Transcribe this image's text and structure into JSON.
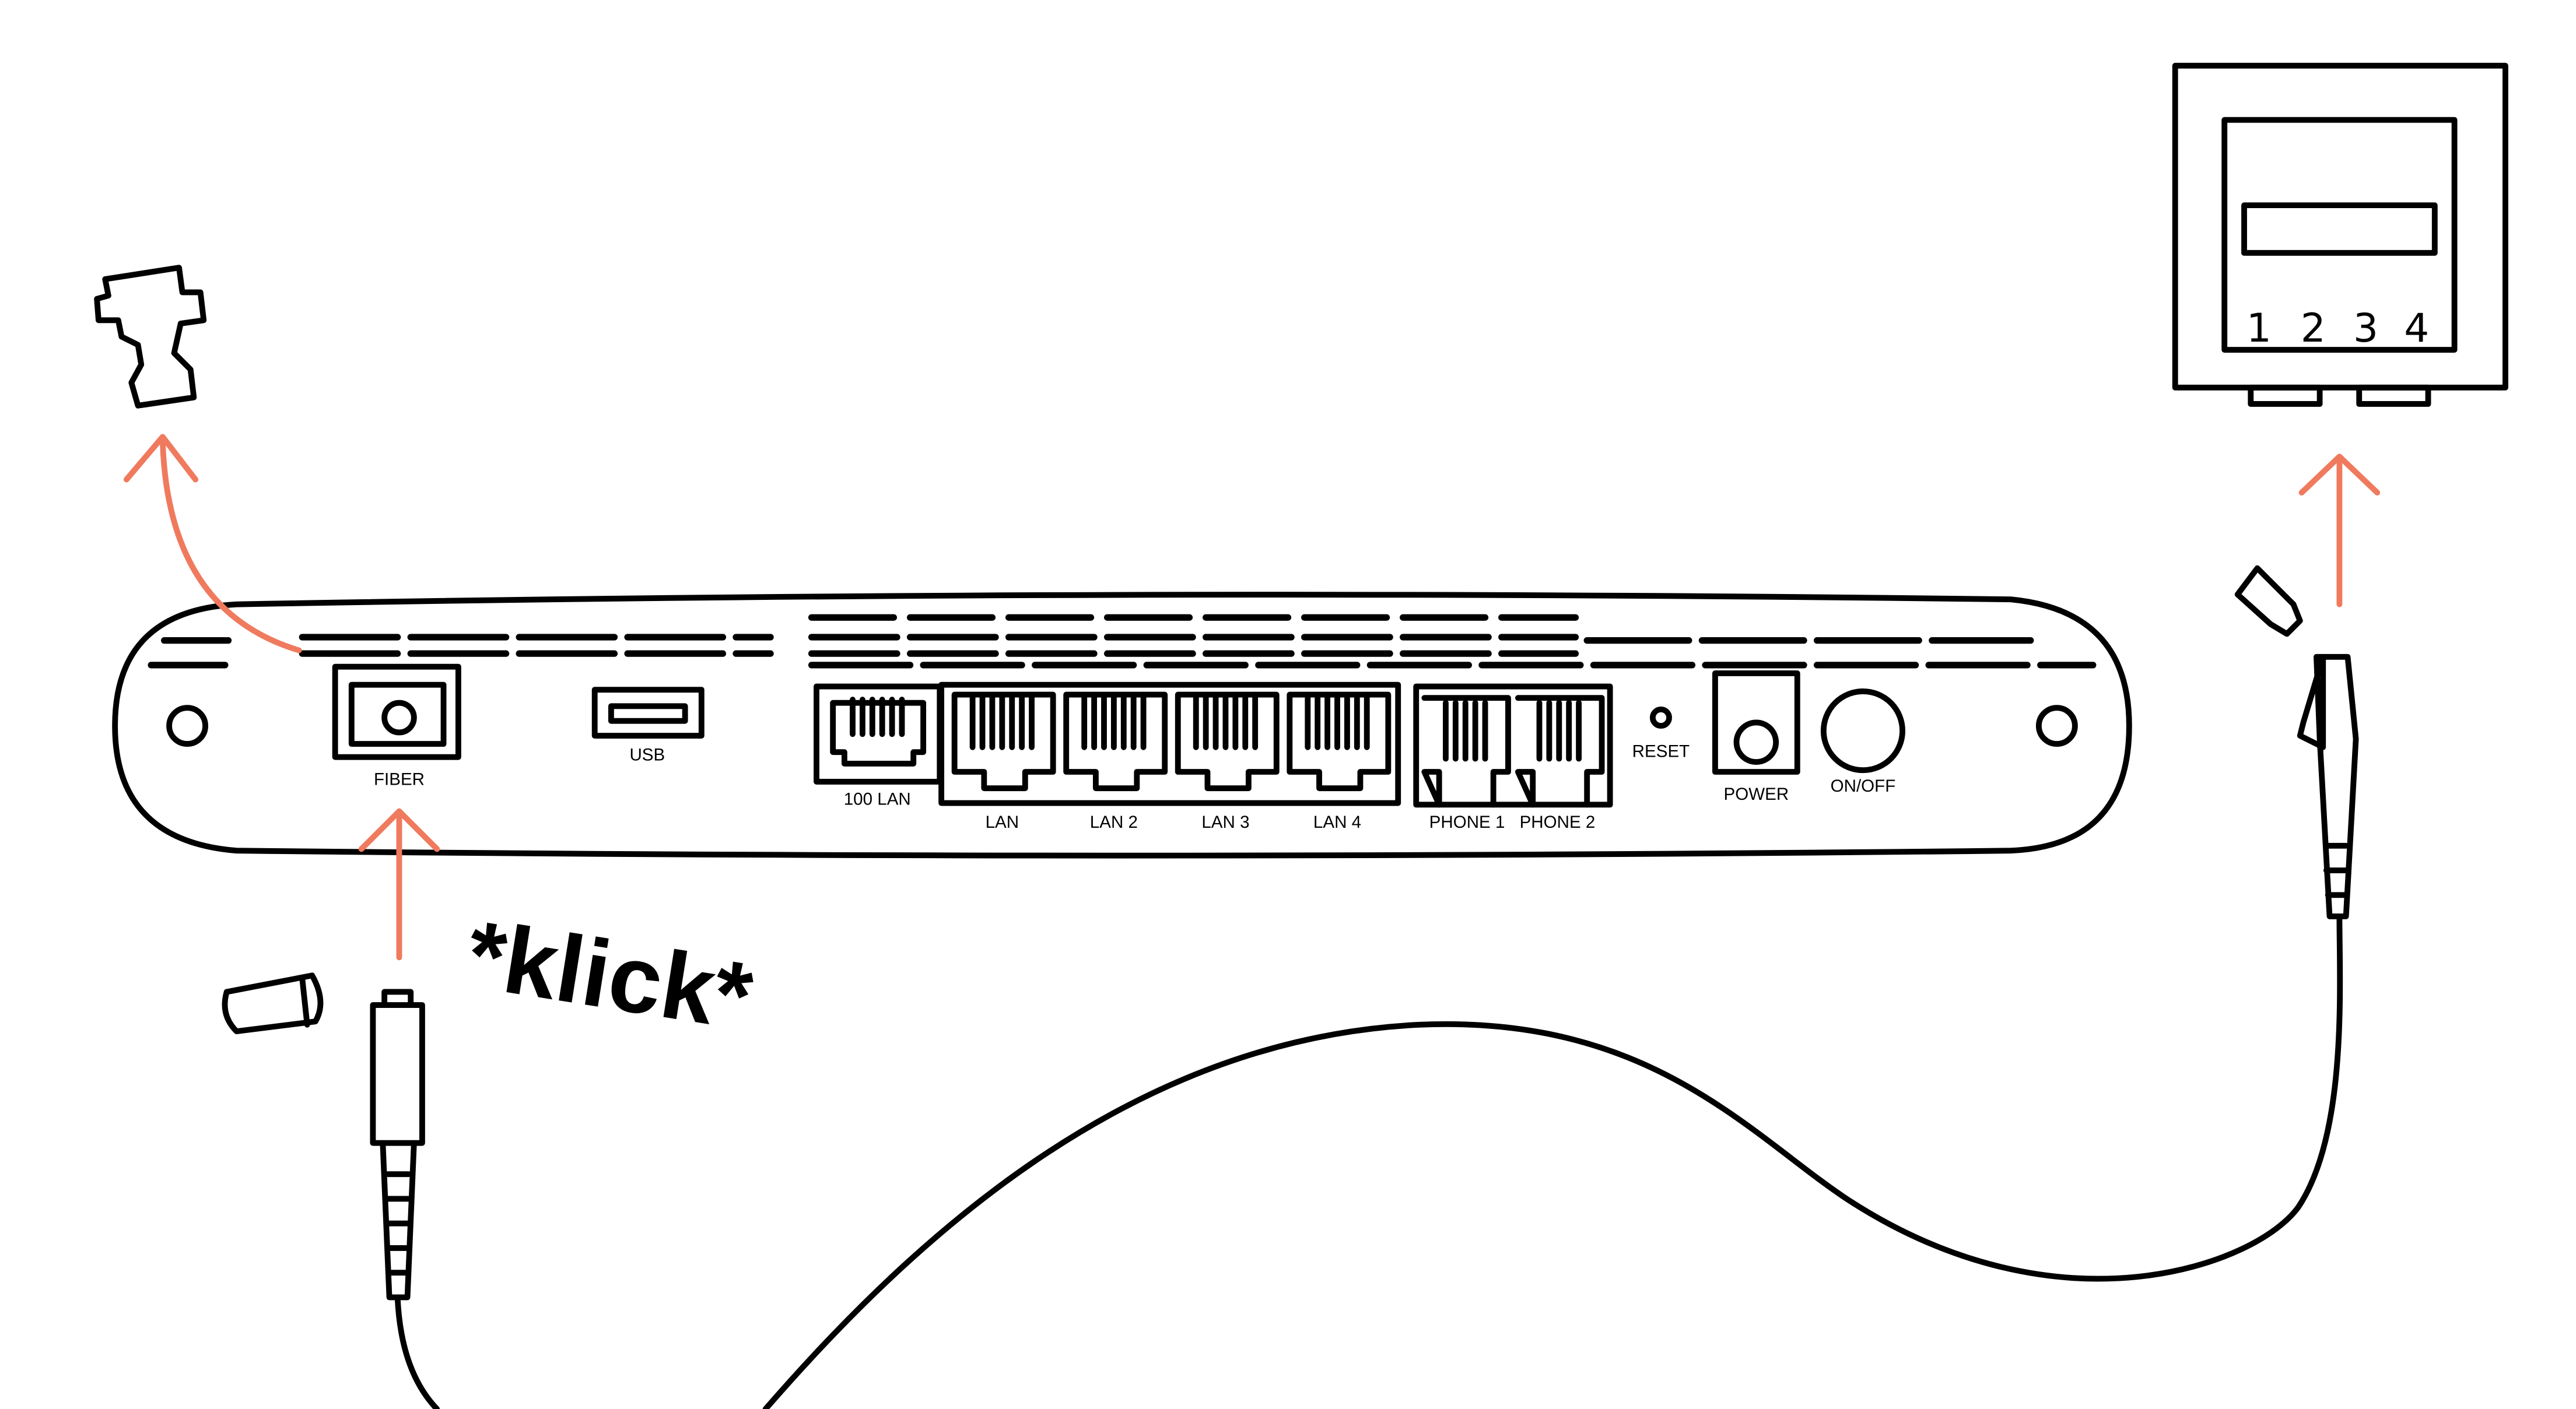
{
  "router": {
    "ports": {
      "fiber": "FIBER",
      "usb": "USB",
      "lan100": "100 LAN",
      "lan1": "LAN",
      "lan2": "LAN 2",
      "lan3": "LAN 3",
      "lan4": "LAN 4",
      "phone1": "PHONE 1",
      "phone2": "PHONE 2",
      "reset": "RESET",
      "power": "POWER",
      "onoff": "ON/OFF"
    }
  },
  "wall_socket": {
    "numbers": [
      "1",
      "2",
      "3",
      "4"
    ]
  },
  "annotation": {
    "klick": "*klick*"
  },
  "colors": {
    "arrow": "#F07A5E",
    "line": "#000000"
  }
}
